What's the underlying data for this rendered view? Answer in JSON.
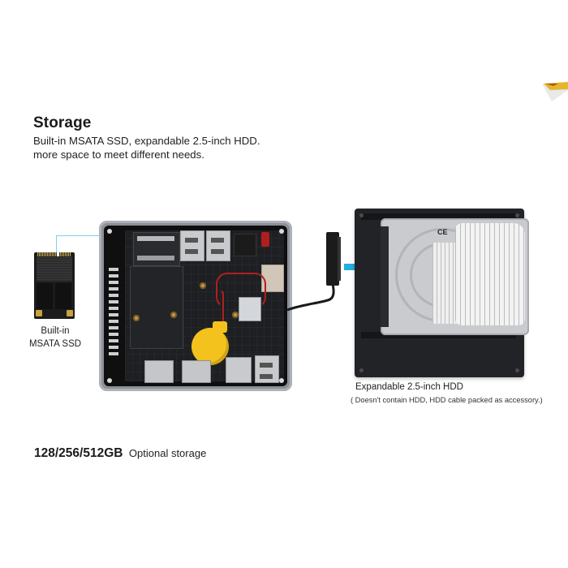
{
  "header": {
    "title": "Storage",
    "subtitle_line1": "Built-in MSATA SSD, expandable 2.5-inch HDD.",
    "subtitle_line2": "more space to meet different needs."
  },
  "ssd": {
    "label_line1": "Built-in",
    "label_line2": "MSATA SSD",
    "icon": "msata-ssd-card"
  },
  "hdd": {
    "caption": "Expandable 2.5-inch HDD",
    "note": "( Doesn't contain HDD,  HDD cable packed as accessory.)",
    "icon": "2.5-inch-hdd",
    "label_mark": "CE"
  },
  "storage_options": {
    "capacities": "128/256/512GB",
    "description": "Optional storage"
  },
  "colors": {
    "background": "#ffffff",
    "arrow": "#22aee0",
    "leader_line": "#7fd0e8",
    "chassis": "#8d9097",
    "board": "#1e1f22",
    "battery": "#f4c21c",
    "plate": "#222326",
    "text": "#222222"
  }
}
